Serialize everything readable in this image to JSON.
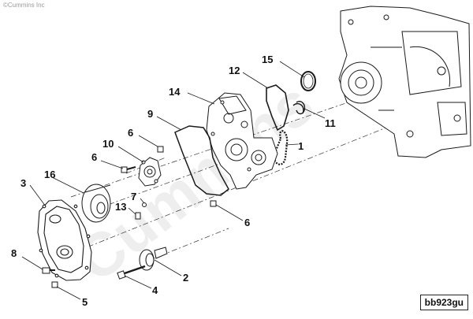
{
  "copyright": "©Cummins Inc",
  "watermark": "Cummins",
  "diagram_code": "bb923gu",
  "callouts": {
    "c1": "1",
    "c2": "2",
    "c3": "3",
    "c4": "4",
    "c5": "5",
    "c6a": "6",
    "c6b": "6",
    "c6c": "6",
    "c7": "7",
    "c8": "8",
    "c9": "9",
    "c10": "10",
    "c11": "11",
    "c12": "12",
    "c13": "13",
    "c14": "14",
    "c15": "15",
    "c16": "16"
  },
  "colors": {
    "line": "#1a1a1a",
    "watermark": "#eeeeee",
    "part_fill": "#ffffff"
  }
}
